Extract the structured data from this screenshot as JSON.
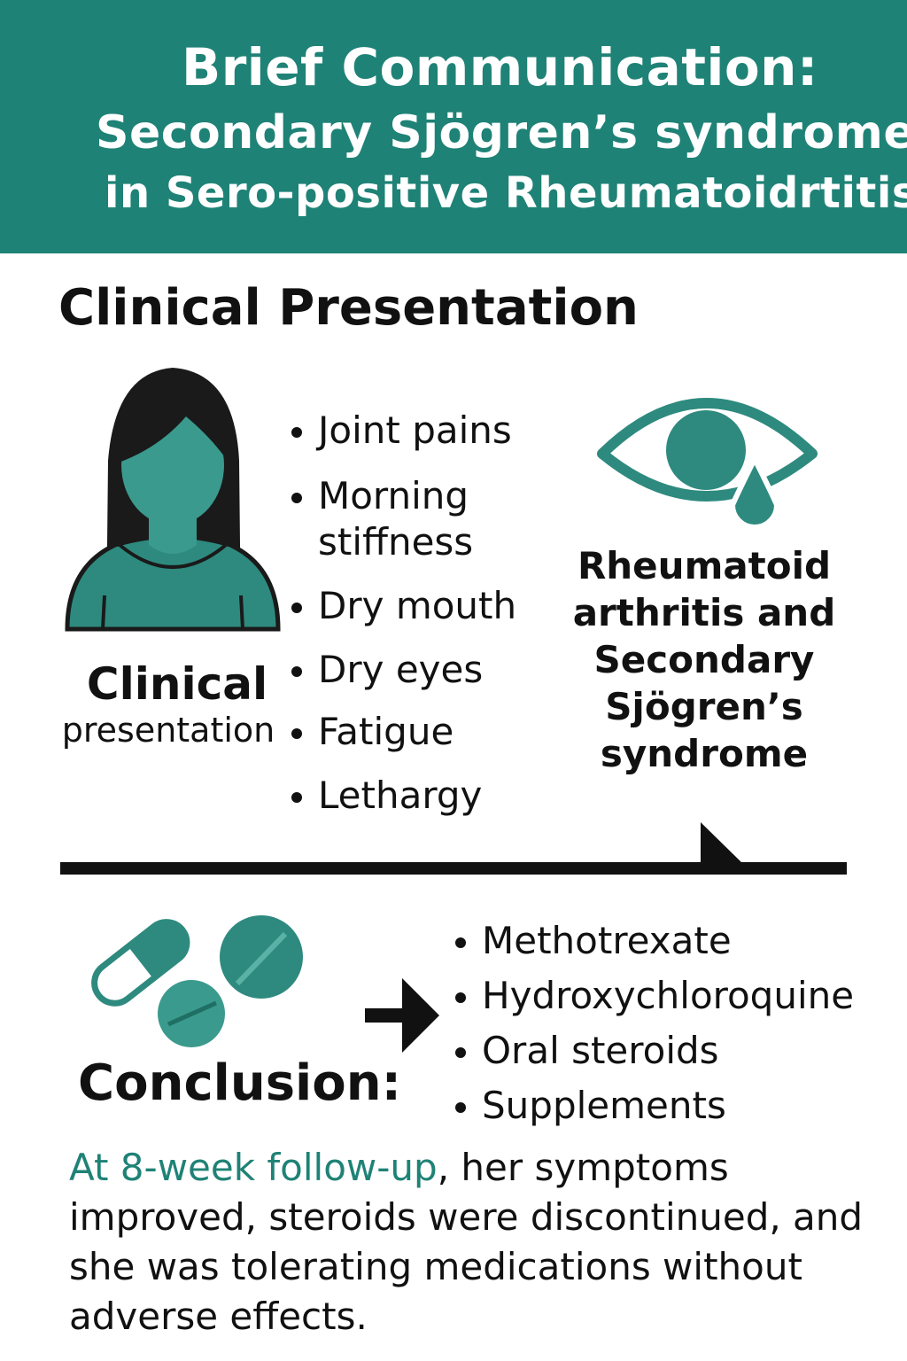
{
  "header": {
    "line1": "Brief Communication:",
    "line2": "Secondary Sjögren’s syndrome",
    "line3": "in Sero-positive Rheumatoidrtitis"
  },
  "clinical": {
    "section_title": "Clinical Presentation",
    "person_caption_1": "Clinical",
    "person_caption_2": "presentation",
    "symptoms": [
      "Joint pains",
      "Morning",
      "stiffness",
      "Dry mouth",
      "Dry eyes",
      "Fatigue",
      "Lethargy"
    ],
    "eye_caption": [
      "Rheumatoid",
      "arthritis and",
      "Secondary",
      "Sjögren’s",
      "syndrome"
    ]
  },
  "conclusion": {
    "title": "Conclusion:",
    "meds": [
      "Methotrexate",
      "Hydroxychloroquine",
      "Oral steroids",
      "Supplements"
    ],
    "highlight": "At 8-week follow-up",
    "text": ", her symptoms improved, steroids were discontinued, and she was tolerating medications without adverse effects."
  },
  "colors": {
    "accent": "#1f8276",
    "accent_light": "#3a9a8d",
    "dark": "#111111"
  },
  "icons": [
    "person-icon",
    "eye-tear-icon",
    "arrow-right-icon",
    "capsule-icon",
    "tablet-icon"
  ]
}
